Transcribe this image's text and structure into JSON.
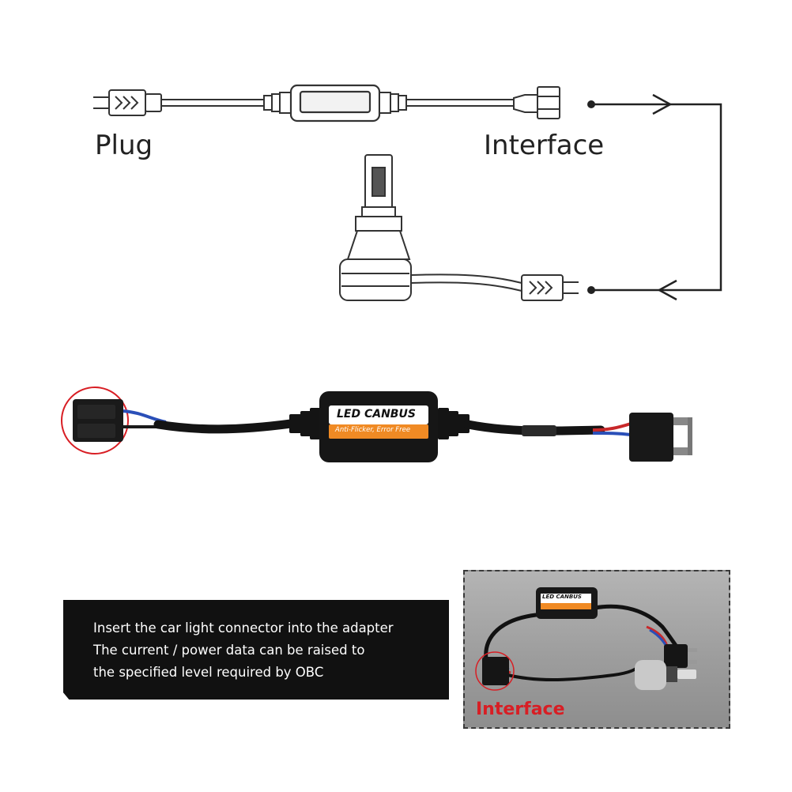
{
  "diagram": {
    "plug_label": "Plug",
    "interface_label": "Interface",
    "module_label": "LED CANBUS",
    "module_sublabel": "Anti-Flicker, Error Free"
  },
  "caption": {
    "lines": [
      "Insert the car light connector into the adapter",
      "The current / power data can be raised to",
      "the specified level required by OBC"
    ]
  },
  "photo": {
    "module_label": "LED CANBUS",
    "interface_label": "Interface"
  },
  "colors": {
    "highlight_red": "#d81e24",
    "module_orange": "#f08a24",
    "caption_bg": "#111111",
    "wire_red": "#c8282a",
    "wire_blue": "#2a4fb8"
  }
}
